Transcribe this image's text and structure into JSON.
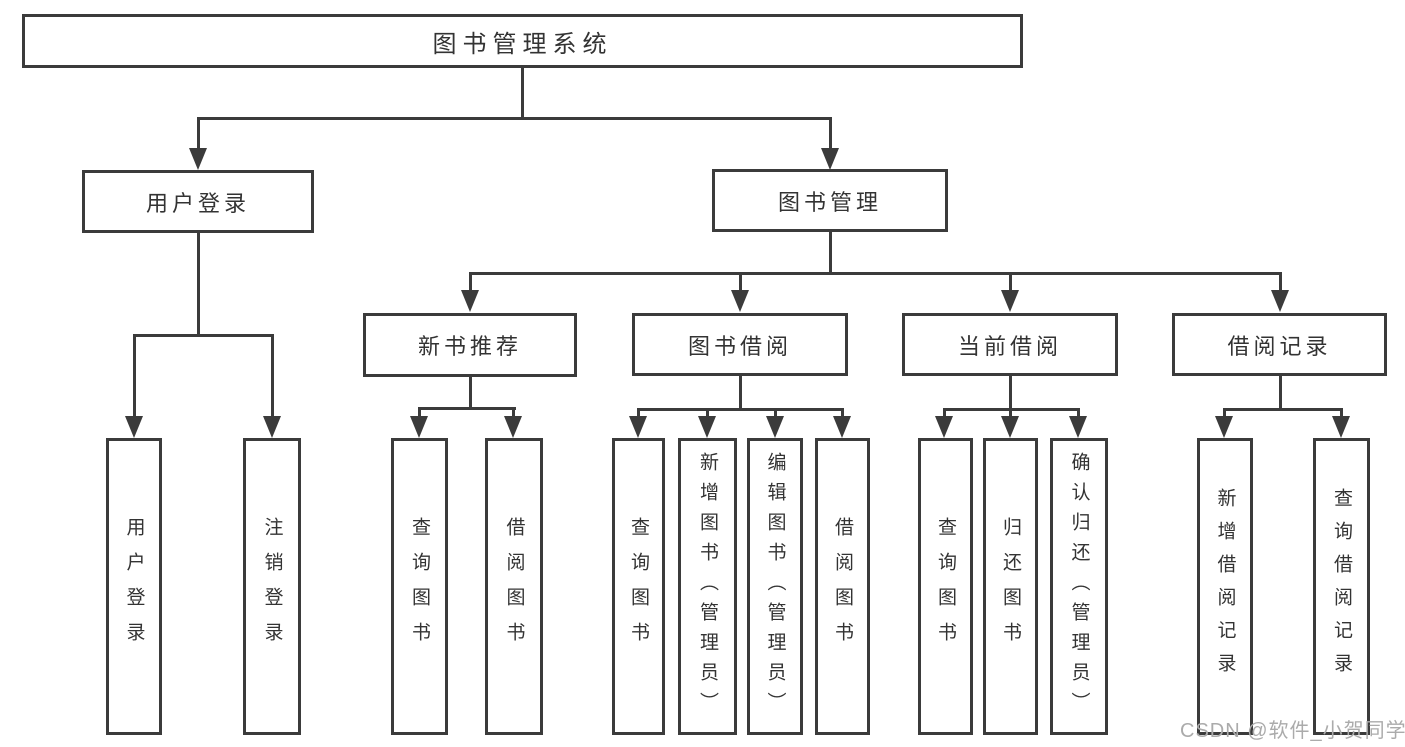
{
  "diagram": {
    "root": {
      "label": "图书管理系统"
    },
    "branches": [
      {
        "label": "用户登录",
        "children": [
          {
            "label": "用户登录"
          },
          {
            "label": "注销登录"
          }
        ]
      },
      {
        "label": "图书管理",
        "children": [
          {
            "label": "新书推荐",
            "children": [
              {
                "label": "查询图书"
              },
              {
                "label": "借阅图书"
              }
            ]
          },
          {
            "label": "图书借阅",
            "children": [
              {
                "label": "查询图书"
              },
              {
                "label": "新增图书（管理员）"
              },
              {
                "label": "编辑图书（管理员）"
              },
              {
                "label": "借阅图书"
              }
            ]
          },
          {
            "label": "当前借阅",
            "children": [
              {
                "label": "查询图书"
              },
              {
                "label": "归还图书"
              },
              {
                "label": "确认归还（管理员）"
              }
            ]
          },
          {
            "label": "借阅记录",
            "children": [
              {
                "label": "新增借阅记录"
              },
              {
                "label": "查询借阅记录"
              }
            ]
          }
        ]
      }
    ]
  },
  "watermark": "CSDN @软件_小贺同学",
  "colors": {
    "line": "#3b3b3b",
    "text": "#333333",
    "watermark": "#ababab",
    "background": "#ffffff"
  }
}
